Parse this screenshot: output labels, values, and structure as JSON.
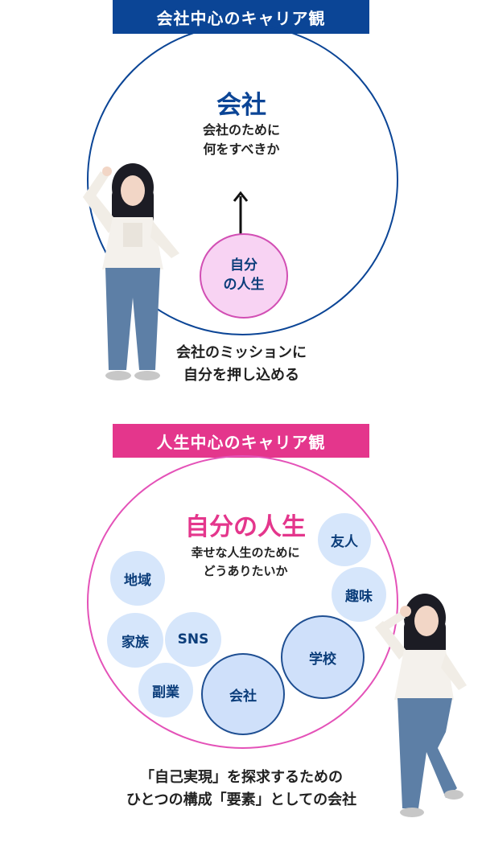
{
  "section1": {
    "banner": "会社中心のキャリア観",
    "company_title": "会社",
    "company_sub_line1": "会社のために",
    "company_sub_line2": "何をすべきか",
    "self_line1": "自分",
    "self_line2": "の人生",
    "caption_line1": "会社のミッションに",
    "caption_line2": "自分を押し込める"
  },
  "section2": {
    "banner": "人生中心のキャリア観",
    "life_title": "自分の人生",
    "life_sub_line1": "幸せな人生のために",
    "life_sub_line2": "どうありたいか",
    "bubbles": {
      "friends": "友人",
      "hobby": "趣味",
      "region": "地域",
      "family": "家族",
      "sns": "SNS",
      "side_job": "副業",
      "company": "会社",
      "study": "学校"
    },
    "caption_line1": "「自己実現」を探求するための",
    "caption_line2": "ひとつの構成「要素」としての会社"
  },
  "colors": {
    "blue": "#0b4596",
    "pink": "#e4368c",
    "self_fill": "#f8d3f3",
    "bubble_fill": "#d6e6fb"
  }
}
